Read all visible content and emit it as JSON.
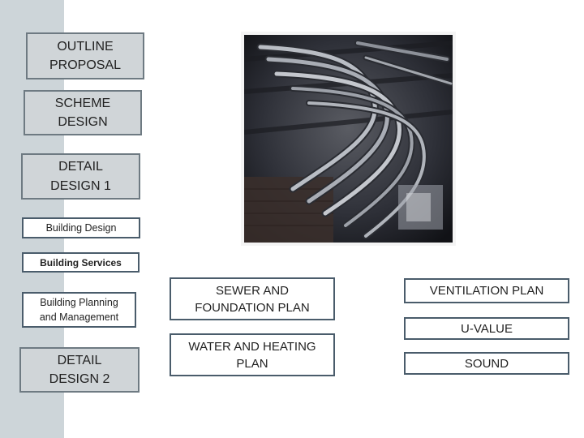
{
  "stages": {
    "outline_proposal": "OUTLINE\nPROPOSAL",
    "scheme_design": "SCHEME\nDESIGN",
    "detail_design_1": "DETAIL\nDESIGN 1",
    "detail_design_2": "DETAIL\nDESIGN 2"
  },
  "categories": {
    "building_design": "Building Design",
    "building_services": "Building Services",
    "building_planning": "Building Planning\nand Management"
  },
  "plans": {
    "sewer_foundation": "SEWER AND\nFOUNDATION PLAN",
    "water_heating": "WATER AND HEATING\nPLAN",
    "ventilation": "VENTILATION PLAN",
    "u_value": "U-VALUE",
    "sound": "SOUND"
  },
  "colors": {
    "sidebar": "#cdd5d9",
    "grey_box": "#d0d5d8",
    "box_border": "#4a5c6b"
  }
}
